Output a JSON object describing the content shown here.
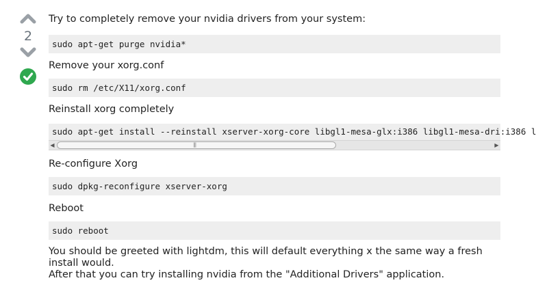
{
  "vote": {
    "count": "2",
    "up_icon": "chevron-up-icon",
    "down_icon": "chevron-down-icon",
    "accepted_icon": "check-circle-icon"
  },
  "colors": {
    "vote_arrow": "#9aa0a6",
    "accepted": "#2fa84f",
    "code_bg": "#eeeeee"
  },
  "answer": {
    "intro": "Try to completely remove your nvidia drivers from your system:",
    "cmd1": "sudo apt-get purge nvidia*",
    "step2": "Remove your xorg.conf",
    "cmd2": "sudo rm /etc/X11/xorg.conf",
    "step3": "Reinstall xorg completely",
    "cmd3": "sudo apt-get install --reinstall xserver-xorg-core libgl1-mesa-glx:i386 libgl1-mesa-dri:i386 l",
    "step4": "Re-configure Xorg",
    "cmd4": "sudo dpkg-reconfigure xserver-xorg",
    "step5": "Reboot",
    "cmd5": "sudo reboot",
    "outro1": "You should be greeted with lightdm, this will default everything x the same way a fresh install would.",
    "outro2": "After that you can try installing nvidia from the \"Additional Drivers\" application."
  }
}
